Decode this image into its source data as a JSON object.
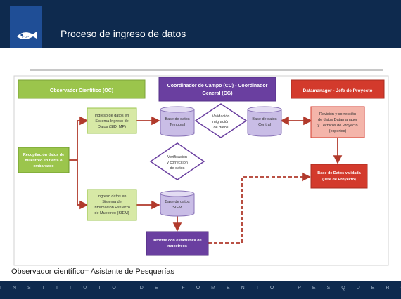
{
  "header": {
    "title": "Proceso de ingreso de datos",
    "logo_text": "IFOP"
  },
  "footer": {
    "text": "INSTITUTO DE FOMENTO PESQUERO"
  },
  "note": "Observador científico= Asistente de Pesquerías",
  "diagram": {
    "lanes": {
      "oc": "Observador Científico (OC)",
      "cc_line1": "Coordinador de Campo (CC) - Coordinador",
      "cc_line2": "General (CG)",
      "dm": "Datamanager - Jefe de Proyecto"
    },
    "nodes": {
      "recop": [
        "Recopilación datos de",
        "muestreo en tierra o",
        "embarcado"
      ],
      "sid": [
        "Ingreso de datos en",
        "Sistema Ingreso de",
        "Datos (SID_MP)"
      ],
      "siem": [
        "Ingreso datos en",
        "Sistema de",
        "Información Esfuerzo",
        "de Muestreo (SIEM)"
      ],
      "temporal": [
        "Base de datos",
        "Temporal"
      ],
      "bdsiem": [
        "Base de datos",
        "SIEM"
      ],
      "validacion": [
        "Validación",
        "migración",
        "de datos"
      ],
      "verificacion": [
        "Verificación",
        "y corrección",
        "de datos"
      ],
      "central": [
        "Base de datos",
        "Central"
      ],
      "revision": [
        "Revisión y corrección",
        "de datos Datamanager",
        "y Técnicos de Proyecto",
        "(expertos)"
      ],
      "validada": [
        "Base de Datos validada",
        "(Jefe de Proyecto)"
      ],
      "informe": [
        "Informe con estadística de",
        "muestreos"
      ]
    }
  },
  "colors": {
    "header_bg": "#0e2a4e",
    "green": "#9bc54c",
    "green_light": "#d7e9a6",
    "purple": "#6a3fa0",
    "lavender": "#c9bde6",
    "red": "#d33a2c",
    "pink": "#f4b5aa",
    "arrow_red": "#b13a2c"
  }
}
